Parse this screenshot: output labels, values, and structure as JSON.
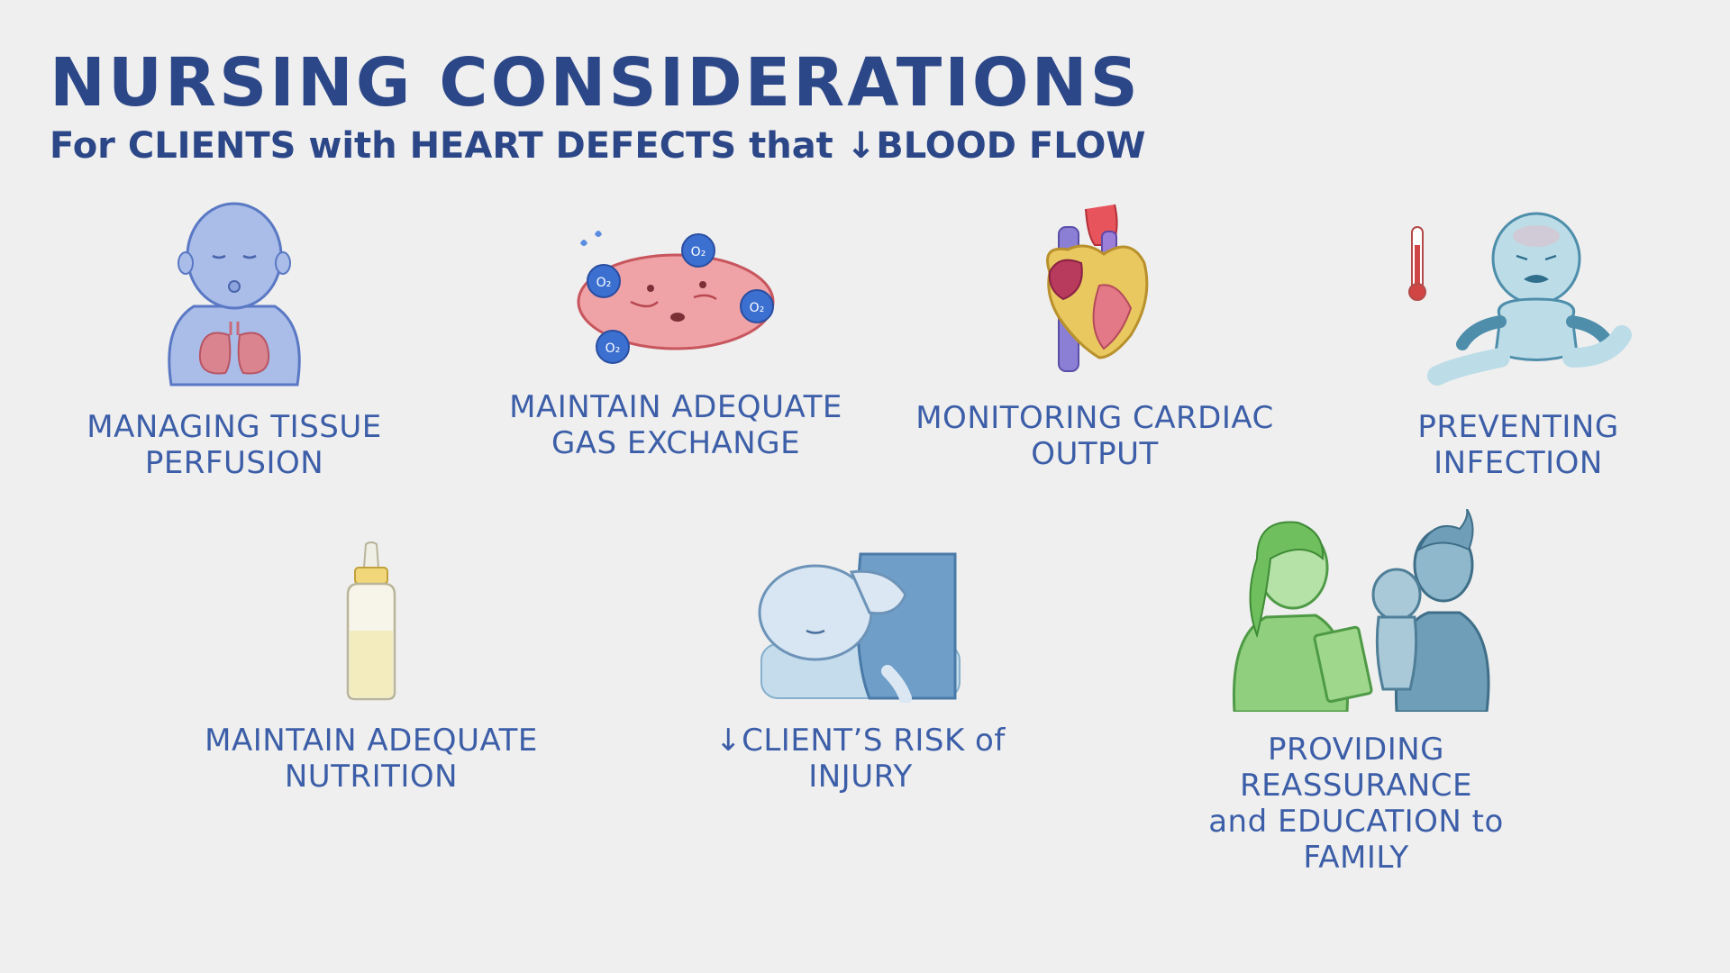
{
  "header": {
    "title": "NURSING CONSIDERATIONS",
    "subtitle": "For CLIENTS with HEART DEFECTS that ↓BLOOD FLOW"
  },
  "items": [
    {
      "line1": "MANAGING TISSUE",
      "line2": "PERFUSION",
      "icon": "cyanotic-infant-lungs-icon"
    },
    {
      "line1": "MAINTAIN ADEQUATE",
      "line2": "GAS EXCHANGE",
      "icon": "red-blood-cell-oxygen-icon",
      "o2_label": "O₂"
    },
    {
      "line1": "MONITORING CARDIAC",
      "line2": "OUTPUT",
      "icon": "heart-icon"
    },
    {
      "line1": "PREVENTING",
      "line2": "INFECTION",
      "icon": "crying-infant-thermometer-icon"
    },
    {
      "line1": "MAINTAIN ADEQUATE",
      "line2": "NUTRITION",
      "icon": "baby-bottle-icon"
    },
    {
      "line1": "↓CLIENT’S RISK of",
      "line2": "INJURY",
      "icon": "sleeping-infant-icon"
    },
    {
      "line1": "PROVIDING REASSURANCE",
      "line2": "and EDUCATION to FAMILY",
      "icon": "nurse-family-icon"
    }
  ],
  "colors": {
    "text": "#2c4788",
    "label": "#3c5ea8",
    "background": "#efefef",
    "infant_blue": "#a9bde8",
    "lung_pink": "#d9848f",
    "rbc_pink": "#f0a3a6",
    "nurse_green": "#8fcf7d",
    "parent_teal": "#6f9fb8"
  }
}
